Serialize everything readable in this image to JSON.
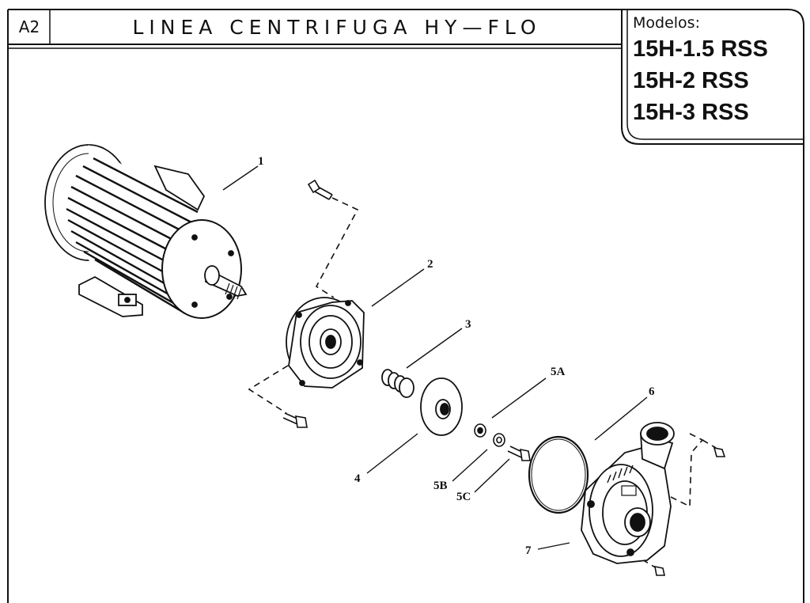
{
  "header": {
    "code": "A2",
    "title": "LINEA CENTRIFUGA HY—FLO"
  },
  "models": {
    "label": "Modelos:",
    "items": [
      "15H-1.5 RSS",
      "15H-2 RSS",
      "15H-3 RSS"
    ]
  },
  "parts": {
    "p1": "1",
    "p2": "2",
    "p3": "3",
    "p4": "4",
    "p5a": "5A",
    "p5b": "5B",
    "p5c": "5C",
    "p6": "6",
    "p7": "7"
  }
}
